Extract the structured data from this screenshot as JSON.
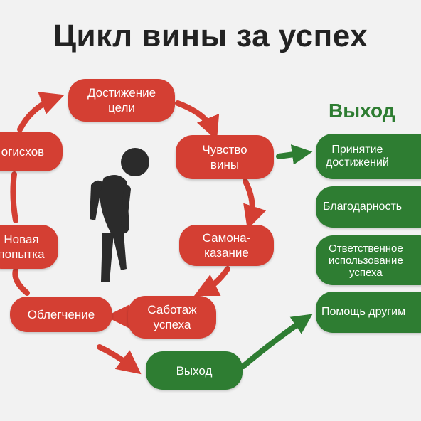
{
  "title": "Цикл вины за успех",
  "cycle": {
    "achievement": "Достижение\nцели",
    "guilt": "Чувство\nвины",
    "self_punishment": "Самона-\nказание",
    "sabotage": "Саботаж\nуспеха",
    "relief": "Облегчение",
    "new_attempt": "Новая\nпопытка",
    "logic": "огисхов"
  },
  "exit_node": "Выход",
  "exit_panel": {
    "title": "Выход",
    "items": [
      "Принятие\nдостижений",
      "Благодарность",
      "Ответственное\nиспользование\nуспеха",
      "Помощь другим"
    ]
  },
  "colors": {
    "red": "#d43f33",
    "green": "#2e7d32",
    "title": "#222222",
    "figure": "#2b2b2b"
  }
}
